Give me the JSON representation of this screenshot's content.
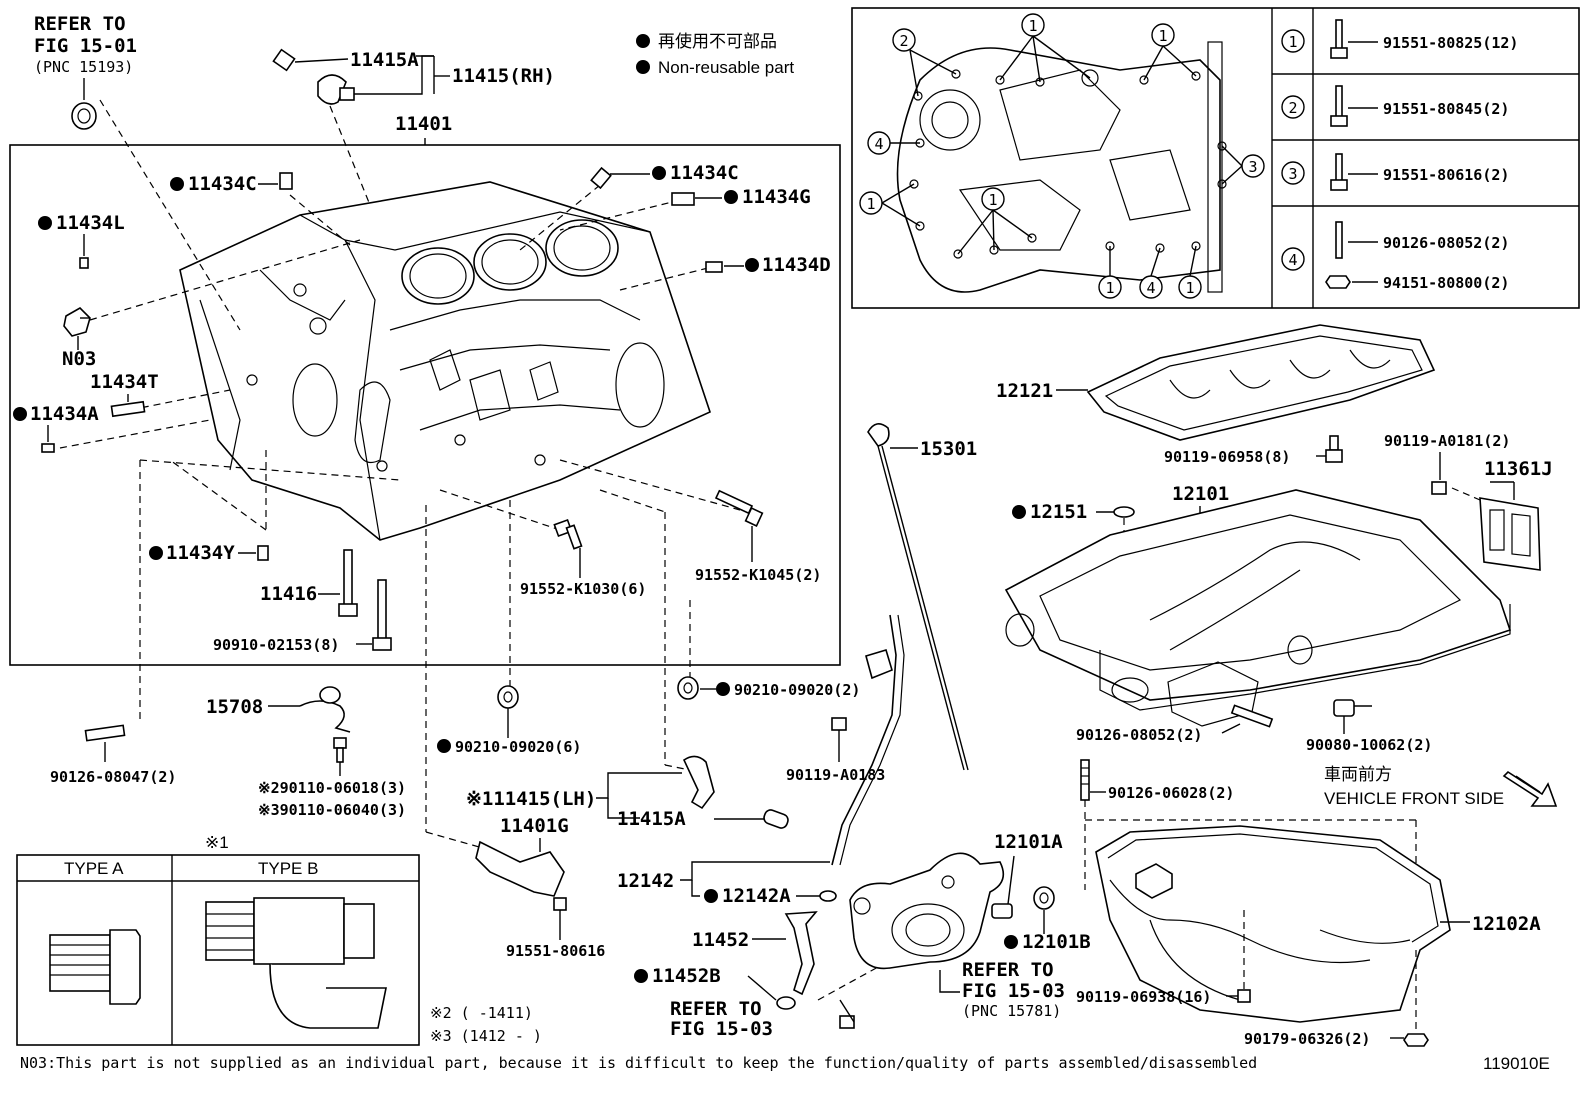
{
  "legend": {
    "jp": "再使用不可部品",
    "en": "Non-reusable part"
  },
  "refs": {
    "top_left": {
      "l1": "REFER TO",
      "l2": "FIG 15-01",
      "l3": "(PNC 15193)"
    },
    "mid": {
      "l1": "REFER TO",
      "l2": "FIG 15-03",
      "l3": "(PNC 15781)"
    },
    "bottom": {
      "l1": "REFER TO",
      "l2": "FIG 15-03"
    }
  },
  "front": {
    "jp": "車両前方",
    "en": "VEHICLE FRONT SIDE"
  },
  "labels": {
    "p11415A_top": "11415A",
    "p11415RH": "11415(RH)",
    "p11401": "11401",
    "p11434C_l": "11434C",
    "p11434C_r": "11434C",
    "p11434G": "11434G",
    "p11434L": "11434L",
    "p11434D": "11434D",
    "pN03": "N03",
    "p11434T": "11434T",
    "p11434A": "11434A",
    "p11434Y": "11434Y",
    "p11416": "11416",
    "p90910": "90910-02153(8)",
    "p91552K1030": "91552-K1030(6)",
    "p91552K1045": "91552-K1045(2)",
    "p15708": "15708",
    "p90126_08047": "90126-08047(2)",
    "p290110": "※290110-06018(3)",
    "p390110": "※390110-06040(3)",
    "p90210_a": "90210-09020(6)",
    "p90210_b": "90210-09020(2)",
    "p11415LH": "※111415(LH)",
    "p11415A_bot": "11415A",
    "p11401G": "11401G",
    "p91551_80616": "91551-80616",
    "p90119_A0183": "90119-A0183",
    "p12142": "12142",
    "p12142A": "12142A",
    "p11452": "11452",
    "p11452B": "11452B",
    "p15301": "15301",
    "p12121": "12121",
    "p90119_06958": "90119-06958(8)",
    "p90119_A0181": "90119-A0181(2)",
    "p11361J": "11361J",
    "p12151": "12151",
    "p12101": "12101",
    "p90126_08052": "90126-08052(2)",
    "p90080": "90080-10062(2)",
    "p90126_06028": "90126-06028(2)",
    "p12101A": "12101A",
    "p12101B": "12101B",
    "p12102A": "12102A",
    "p90119_06938": "90119-06938(16)",
    "p90179": "90179-06326(2)"
  },
  "type_table": {
    "mark": "※1",
    "type_a": "TYPE A",
    "type_b": "TYPE B"
  },
  "notes": {
    "n2": "※2 (      -1411)",
    "n3": "※3 (1412 -      )",
    "footnote": "N03:This part is not supplied as an individual part, because it is difficult to keep the function/quality of parts assembled/disassembled",
    "fig_no": "119010E"
  },
  "bolt_table": [
    {
      "num": "1",
      "parts": [
        "91551-80825(12)"
      ]
    },
    {
      "num": "2",
      "parts": [
        "91551-80845(2)"
      ]
    },
    {
      "num": "3",
      "parts": [
        "91551-80616(2)"
      ]
    },
    {
      "num": "4",
      "parts": [
        "90126-08052(2)",
        "94151-80800(2)"
      ]
    }
  ],
  "inset_markers": [
    "1",
    "1",
    "2",
    "4",
    "1",
    "1",
    "3",
    "1",
    "4",
    "1"
  ]
}
